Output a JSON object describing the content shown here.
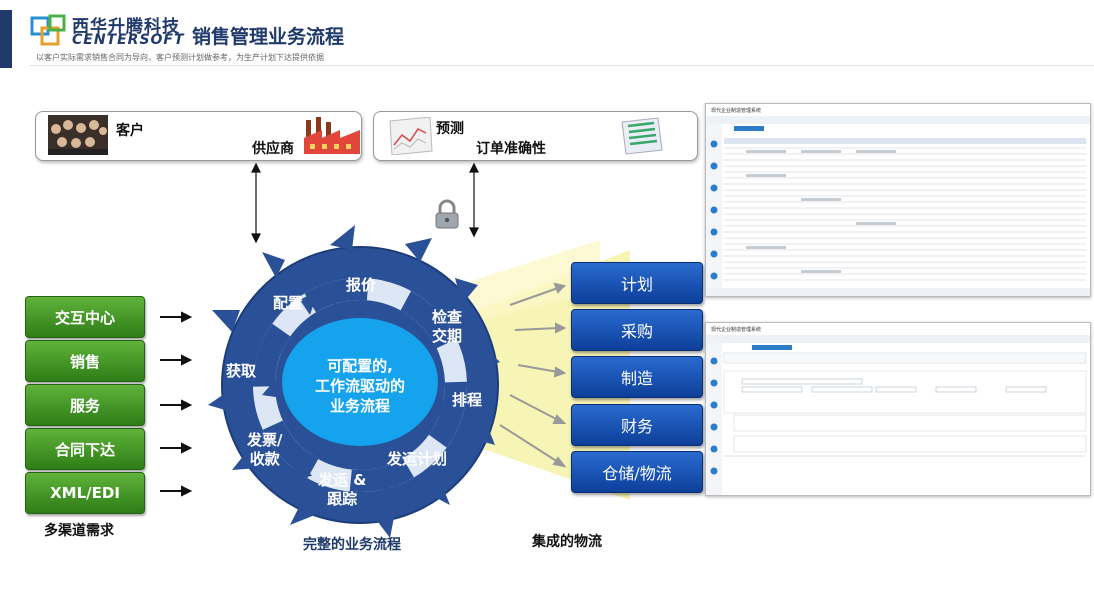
{
  "header": {
    "logo_cn": "西华升腾科技",
    "logo_en": "CENTERSOFT",
    "title": "销售管理业务流程",
    "subtitle": "以客户实际需求销售合同为导向，客户预测计划做参考，为生产计划下达提供依据"
  },
  "top_boxes": {
    "customer": "客户",
    "supplier": "供应商",
    "forecast": "预测",
    "order_accuracy": "订单准确性"
  },
  "channels": [
    "交互中心",
    "销售",
    "服务",
    "合同下达",
    "XML/EDI"
  ],
  "channels_caption": "多渠道需求",
  "wheel": {
    "center": [
      "可配置的,",
      "工作流驱动的",
      "业务流程"
    ],
    "stages": {
      "quote": "报价",
      "configure": "配置",
      "check_delivery": [
        "检查",
        "交期"
      ],
      "acquire": "获取",
      "schedule": "排程",
      "invoice": [
        "发票/",
        "收款"
      ],
      "ship_track": [
        "发运 &",
        "跟踪"
      ],
      "ship_plan": "发运计划"
    },
    "caption": "完整的业务流程"
  },
  "logistics": [
    "计划",
    "采购",
    "制造",
    "财务",
    "仓储/物流"
  ],
  "logistics_caption": "集成的物流",
  "screenshots": {
    "top_title": "现代企业制造管理系统",
    "bottom_title": "现代企业制造管理系统"
  },
  "colors": {
    "brand": "#1f3a6b",
    "channel_green": "#3f9a26",
    "logistics_blue": "#0d3f9a",
    "wheel_blue": "#234a92",
    "center_blue": "#14a3ec",
    "beam_yellow": "#f6f3a8"
  },
  "icons": [
    "logo-icon",
    "crowd-photo-icon",
    "factory-icon",
    "forecast-chart-icon",
    "order-list-icon",
    "lock-icon"
  ]
}
